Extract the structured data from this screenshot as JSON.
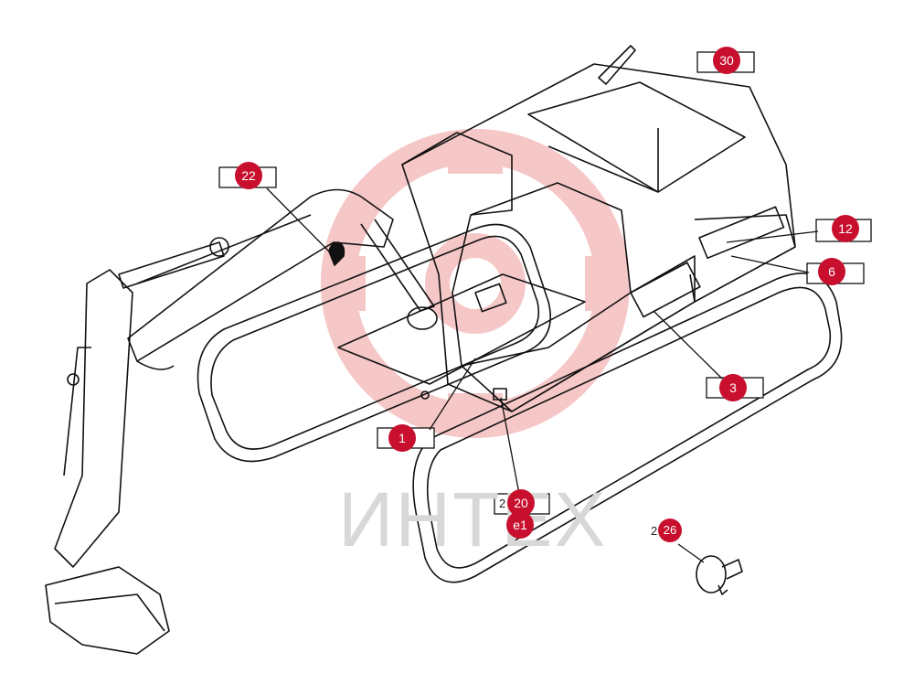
{
  "watermark": {
    "text": "ИНТЕХ",
    "color": "#f3b9b9"
  },
  "accent_color": "#c8102e",
  "callouts": [
    {
      "label": "30"
    },
    {
      "label": "22"
    },
    {
      "label": "12"
    },
    {
      "label": "6"
    },
    {
      "label": "3"
    },
    {
      "label": "1"
    },
    {
      "label": "20"
    },
    {
      "label": "e1"
    },
    {
      "label": "26"
    }
  ],
  "stubs": {
    "s26": "2",
    "s20": "2"
  }
}
